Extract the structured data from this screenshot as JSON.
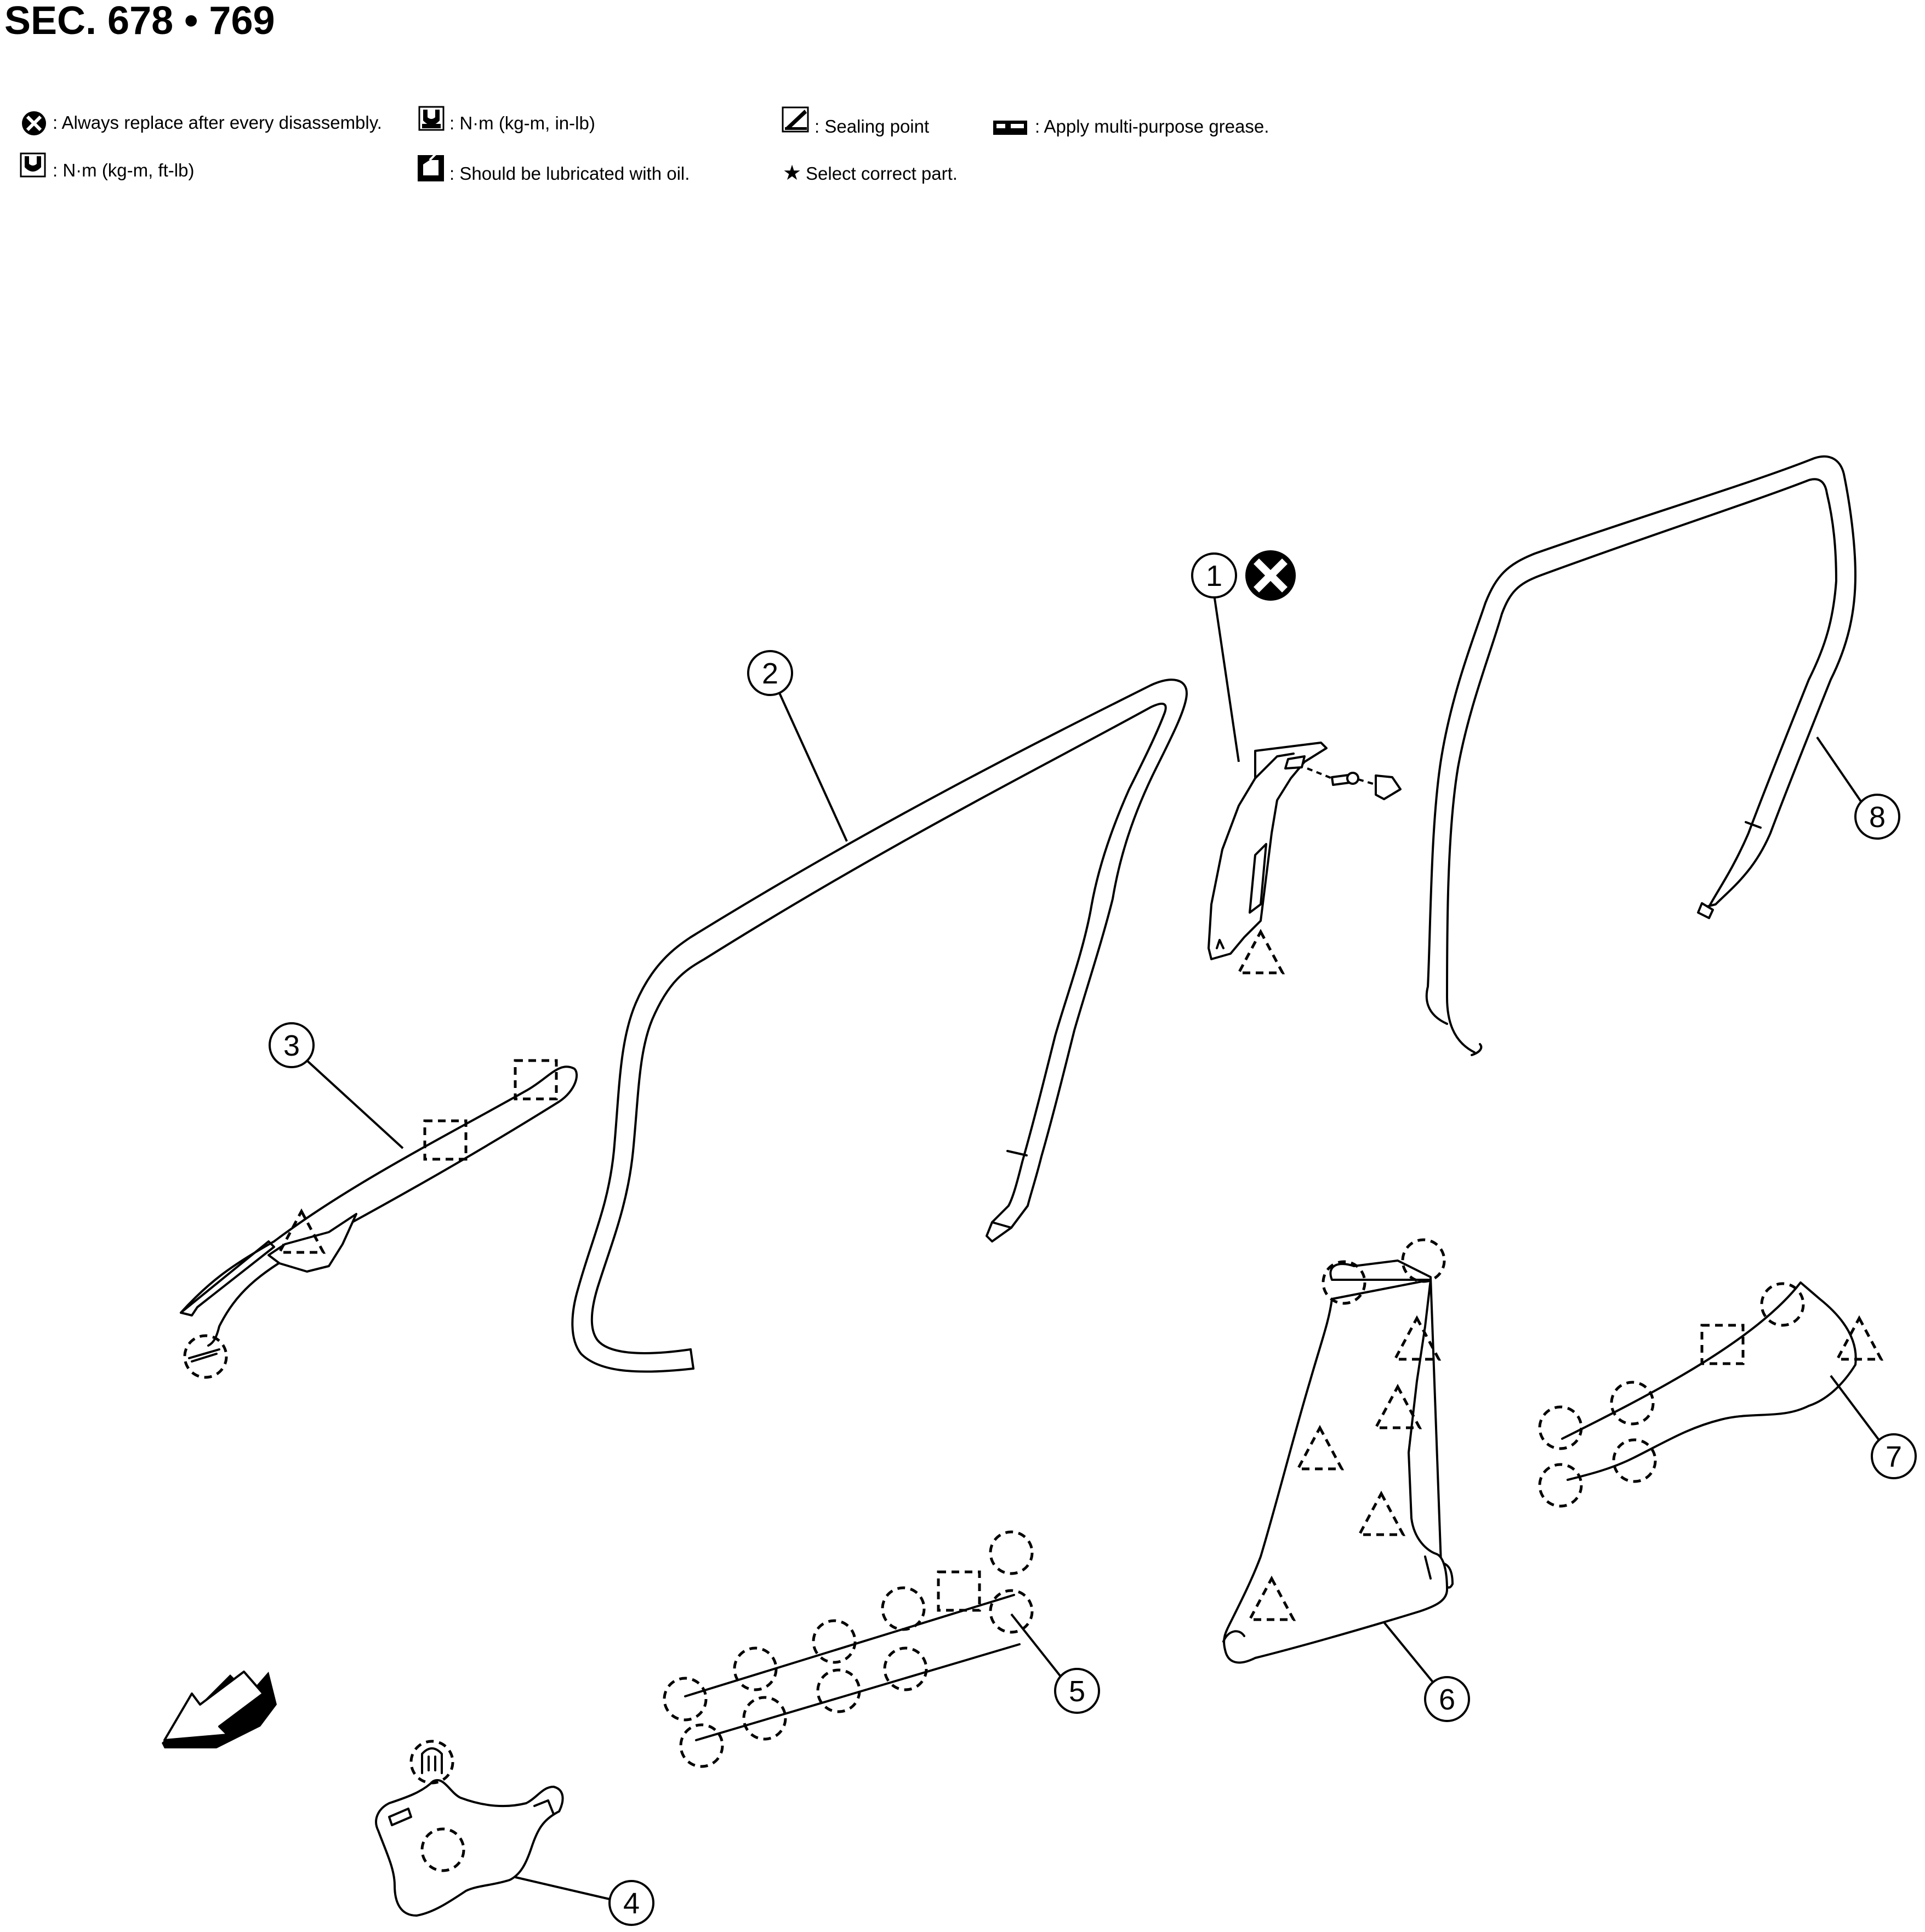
{
  "section_title": "SEC. 678 • 769",
  "legend": {
    "always_replace": ": Always replace after every disassembly.",
    "torque_in_lb": ": N·m (kg-m, in-lb)",
    "sealing_point": ": Sealing point",
    "grease": ": Apply multi-purpose grease.",
    "torque_ft_lb": ": N·m (kg-m, ft-lb)",
    "lubricate_oil": ": Should be lubricated with oil.",
    "select_part": "Select correct part.",
    "star_symbol": "★",
    "icons": [
      "always-replace-icon",
      "torque-in-lb-icon",
      "sealing-point-icon",
      "grease-icon",
      "torque-ft-lb-icon",
      "oil-can-icon"
    ]
  },
  "callouts": {
    "c1": "1",
    "c2": "2",
    "c3": "3",
    "c4": "4",
    "c5": "5",
    "c6": "6",
    "c7": "7",
    "c8": "8"
  },
  "colors": {
    "line": "#000000",
    "background": "#ffffff"
  }
}
